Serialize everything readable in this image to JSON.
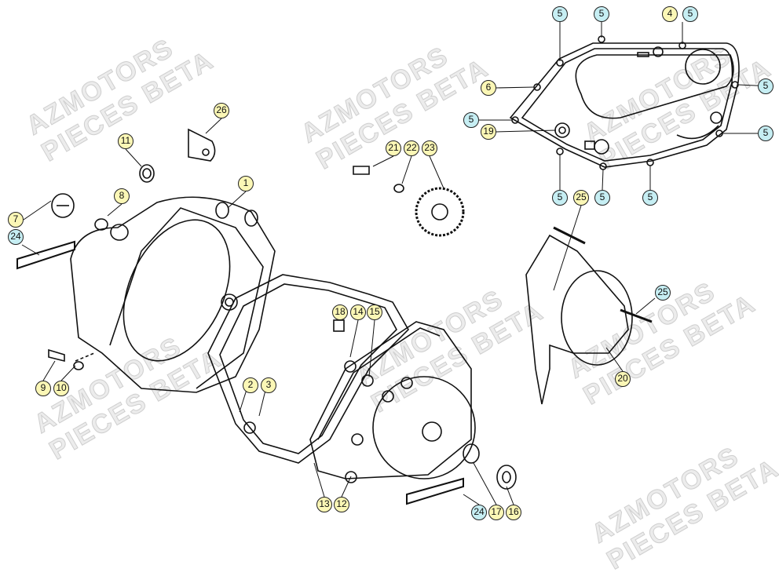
{
  "watermark": {
    "line1": "AZMOTORS",
    "line2": "PIECES BETA"
  },
  "colors": {
    "part_label": "#fbf7b6",
    "common_label": "#c6eef3",
    "outline": "#111111"
  },
  "callouts": [
    {
      "number": "5",
      "style": "cyan"
    },
    {
      "number": "5",
      "style": "cyan"
    },
    {
      "number": "4",
      "style": "yellow"
    },
    {
      "number": "5",
      "style": "cyan"
    },
    {
      "number": "5",
      "style": "cyan"
    },
    {
      "number": "6",
      "style": "yellow"
    },
    {
      "number": "5",
      "style": "cyan"
    },
    {
      "number": "19",
      "style": "yellow"
    },
    {
      "number": "5",
      "style": "cyan"
    },
    {
      "number": "5",
      "style": "cyan"
    },
    {
      "number": "25",
      "style": "yellow"
    },
    {
      "number": "5",
      "style": "cyan"
    },
    {
      "number": "5",
      "style": "cyan"
    },
    {
      "number": "26",
      "style": "yellow"
    },
    {
      "number": "11",
      "style": "yellow"
    },
    {
      "number": "21",
      "style": "yellow"
    },
    {
      "number": "22",
      "style": "yellow"
    },
    {
      "number": "23",
      "style": "yellow"
    },
    {
      "number": "1",
      "style": "yellow"
    },
    {
      "number": "8",
      "style": "yellow"
    },
    {
      "number": "7",
      "style": "yellow"
    },
    {
      "number": "24",
      "style": "cyan"
    },
    {
      "number": "25",
      "style": "cyan"
    },
    {
      "number": "18",
      "style": "yellow"
    },
    {
      "number": "14",
      "style": "yellow"
    },
    {
      "number": "15",
      "style": "yellow"
    },
    {
      "number": "20",
      "style": "yellow"
    },
    {
      "number": "2",
      "style": "yellow"
    },
    {
      "number": "3",
      "style": "yellow"
    },
    {
      "number": "9",
      "style": "yellow"
    },
    {
      "number": "10",
      "style": "yellow"
    },
    {
      "number": "13",
      "style": "yellow"
    },
    {
      "number": "12",
      "style": "yellow"
    },
    {
      "number": "24",
      "style": "cyan"
    },
    {
      "number": "17",
      "style": "yellow"
    },
    {
      "number": "16",
      "style": "yellow"
    }
  ]
}
